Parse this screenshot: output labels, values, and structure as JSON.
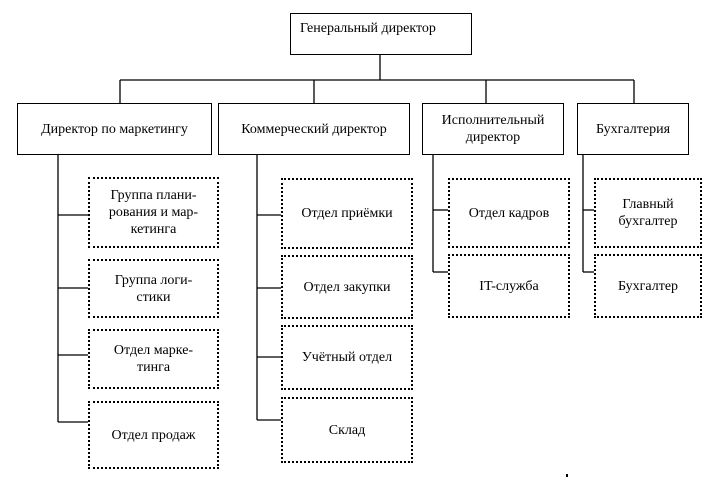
{
  "org_chart": {
    "root": "Генеральный директор",
    "departments": [
      {
        "title": "Директор по маркетингу",
        "units": [
          "Группа плани-\nрования и мар-\nкетинга",
          "Группа логи-\nстики",
          "Отдел марке-\nтинга",
          "Отдел продаж"
        ]
      },
      {
        "title": "Коммерческий директор",
        "units": [
          "Отдел приёмки",
          "Отдел закупки",
          "Учётный отдел",
          "Склад"
        ]
      },
      {
        "title": "Исполнительный\nдиректор",
        "units": [
          "Отдел кадров",
          "IT-служба"
        ]
      },
      {
        "title": "Бухгалтерия",
        "units": [
          "Главный\nбухгалтер",
          "Бухгалтер"
        ]
      }
    ]
  },
  "colors": {
    "line": "#000000",
    "background": "#ffffff"
  }
}
